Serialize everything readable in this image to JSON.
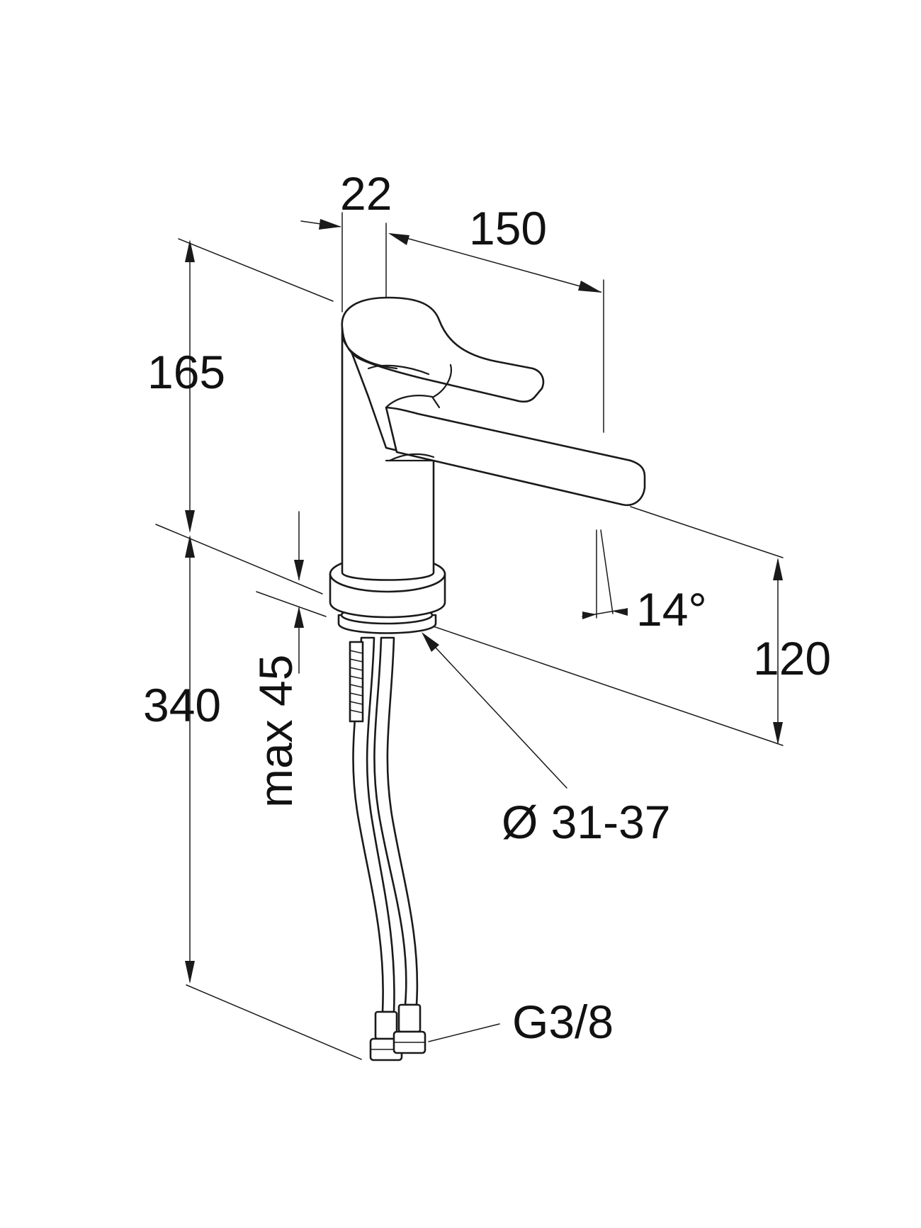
{
  "dimensions": {
    "body_width": "22",
    "spout_reach": "150",
    "height_above_deck": "165",
    "spout_height": "120",
    "spout_angle": "14°",
    "deck_thickness": "max 45",
    "overall_below_deck": "340",
    "hole_diameter": "Ø 31-37",
    "connection_thread": "G3/8"
  },
  "colors": {
    "line": "#1a1a1a",
    "background": "#ffffff"
  }
}
